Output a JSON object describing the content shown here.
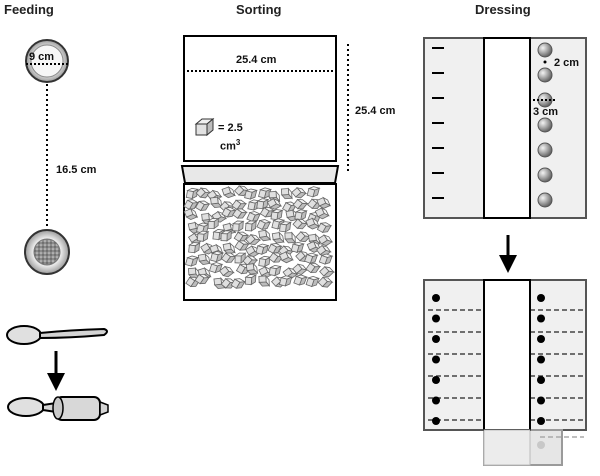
{
  "titles": {
    "feeding": "Feeding",
    "sorting": "Sorting",
    "dressing": "Dressing"
  },
  "feeding": {
    "plate_diameter": "9 cm",
    "plate_distance": "16.5 cm"
  },
  "sorting": {
    "width": "25.4 cm",
    "height": "25.4 cm",
    "cube_volume": "= 2.5",
    "cube_unit": "cm",
    "cube_unit_exp": "3"
  },
  "dressing": {
    "button_spacing": "2 cm",
    "button_diameter": "3 cm"
  }
}
